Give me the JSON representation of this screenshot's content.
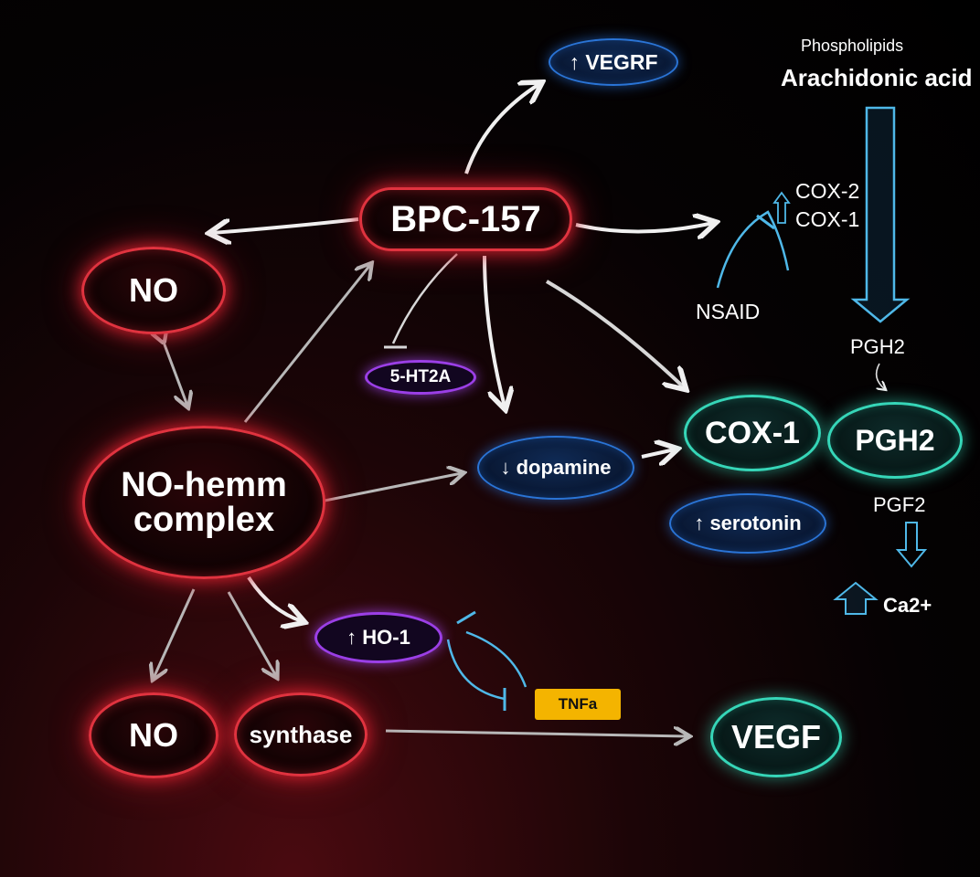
{
  "nodes": {
    "bpc157": "BPC-157",
    "no_top": "NO",
    "no_hemm_line1": "NO-hemm",
    "no_hemm_line2": "complex",
    "vegrf": "↑ VEGRF",
    "ht2a": "5-HT2A",
    "dopamine": "↓ dopamine",
    "cox1": "COX-1",
    "pgh2": "PGH2",
    "serotonin": "↑ serotonin",
    "ho1": "↑ HO-1",
    "tnfa": "TNFa",
    "no_bottom": "NO",
    "synthase": "synthase",
    "vegf": "VEGF"
  },
  "labels": {
    "phospholipids": "Phospholipids",
    "arachidonic_acid": "Arachidonic acid",
    "cox2": "COX-2",
    "cox1_small": "COX-1",
    "nsaid": "NSAID",
    "pgh2_small": "PGH2",
    "pgf2": "PGF2",
    "ca2": "Ca2+"
  },
  "colors": {
    "red_glow": "#e0333f",
    "blue_node": "#2a74d6",
    "purple_node": "#9b3fe6",
    "teal_node": "#36d6b8",
    "cyan_line": "#4fb8e8",
    "tnfa_fill": "#f4b400"
  }
}
